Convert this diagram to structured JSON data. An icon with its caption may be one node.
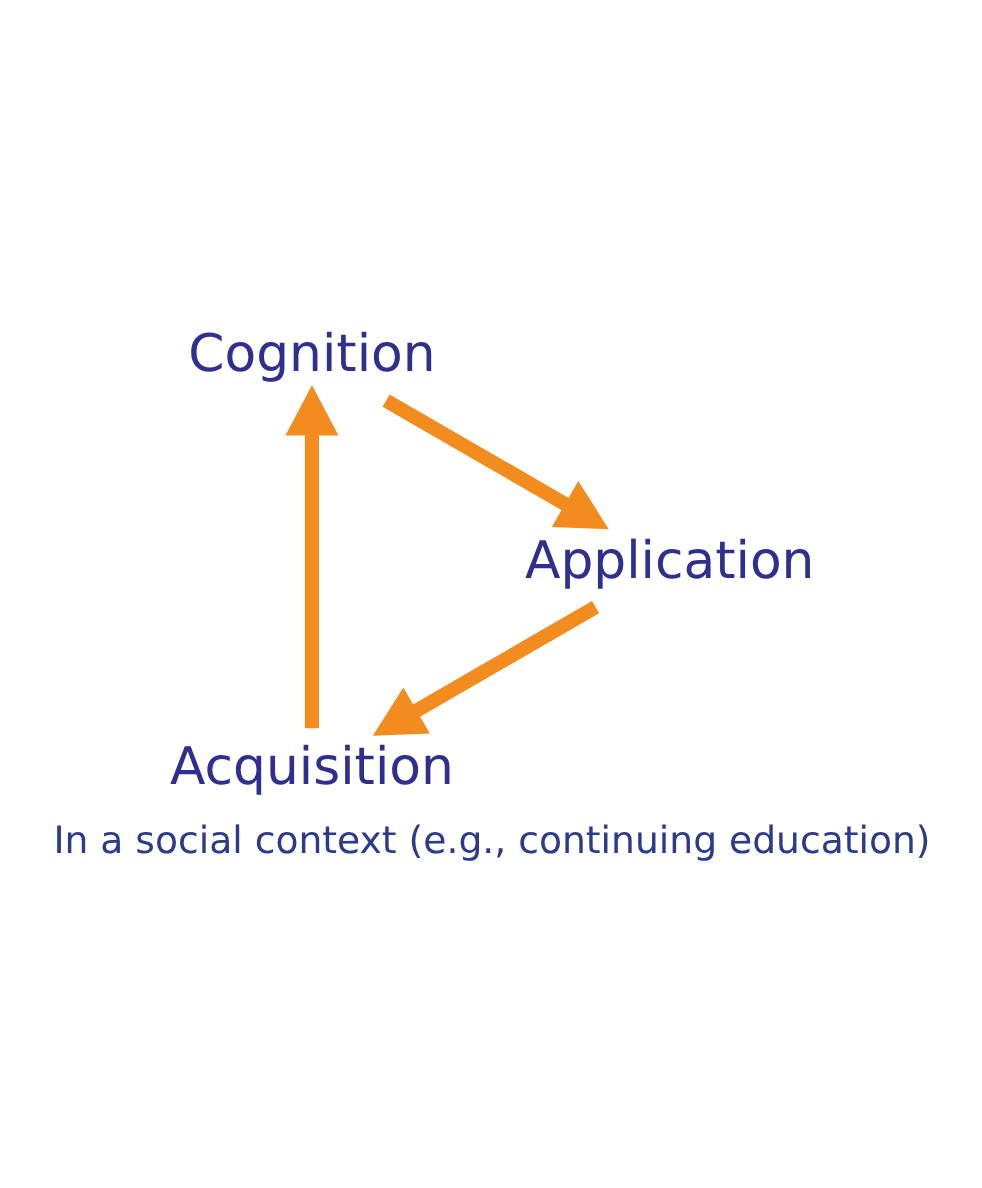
{
  "diagram": {
    "caption": "In a social context (e.g., continuing education)",
    "nodes": [
      {
        "text": [
          "Acquisition"
        ]
      },
      {
        "text": [
          "Cognition"
        ]
      },
      {
        "text": [
          "Application"
        ]
      }
    ],
    "edges": [
      {
        "from": 0,
        "to": 1,
        "arrow": "to"
      },
      {
        "from": 1,
        "to": 2,
        "arrow": "to"
      },
      {
        "from": 2,
        "to": 0,
        "arrow": "to"
      }
    ]
  }
}
